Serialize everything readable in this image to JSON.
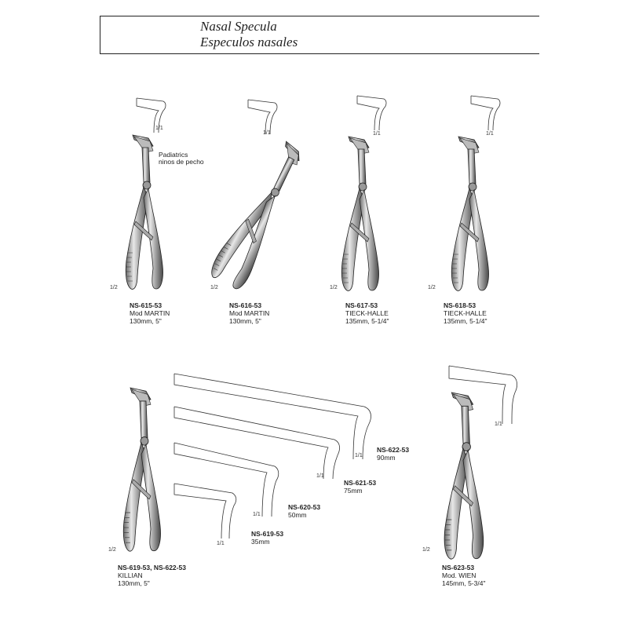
{
  "header": {
    "title_en": "Nasal Specula",
    "title_es": "Especulos nasales"
  },
  "note": {
    "line1": "Padiatrics",
    "line2": "ninos de pecho"
  },
  "scale_labels": {
    "full": "1/1",
    "half": "1/2"
  },
  "products": [
    {
      "code": "NS-615-53",
      "line2": "Mod MARTIN",
      "line3": "130mm, 5\""
    },
    {
      "code": "NS-616-53",
      "line2": "Mod MARTIN",
      "line3": "130mm, 5\""
    },
    {
      "code": "NS-617-53",
      "line2": "TIECK-HALLE",
      "line3": "135mm, 5-1/4\""
    },
    {
      "code": "NS-618-53",
      "line2": "TIECK-HALLE",
      "line3": "135mm, 5-1/4\""
    },
    {
      "code": "NS-619-53, NS-622-53",
      "line2": "KILLIAN",
      "line3": "130mm, 5\""
    },
    {
      "code": "NS-623-53",
      "line2": "Mod. WIEN",
      "line3": "145mm, 5-3/4\""
    }
  ],
  "blades": [
    {
      "code": "NS-622-53",
      "size": "90mm"
    },
    {
      "code": "NS-621-53",
      "size": "75mm"
    },
    {
      "code": "NS-620-53",
      "size": "50mm"
    },
    {
      "code": "NS-619-53",
      "size": "35mm"
    }
  ]
}
